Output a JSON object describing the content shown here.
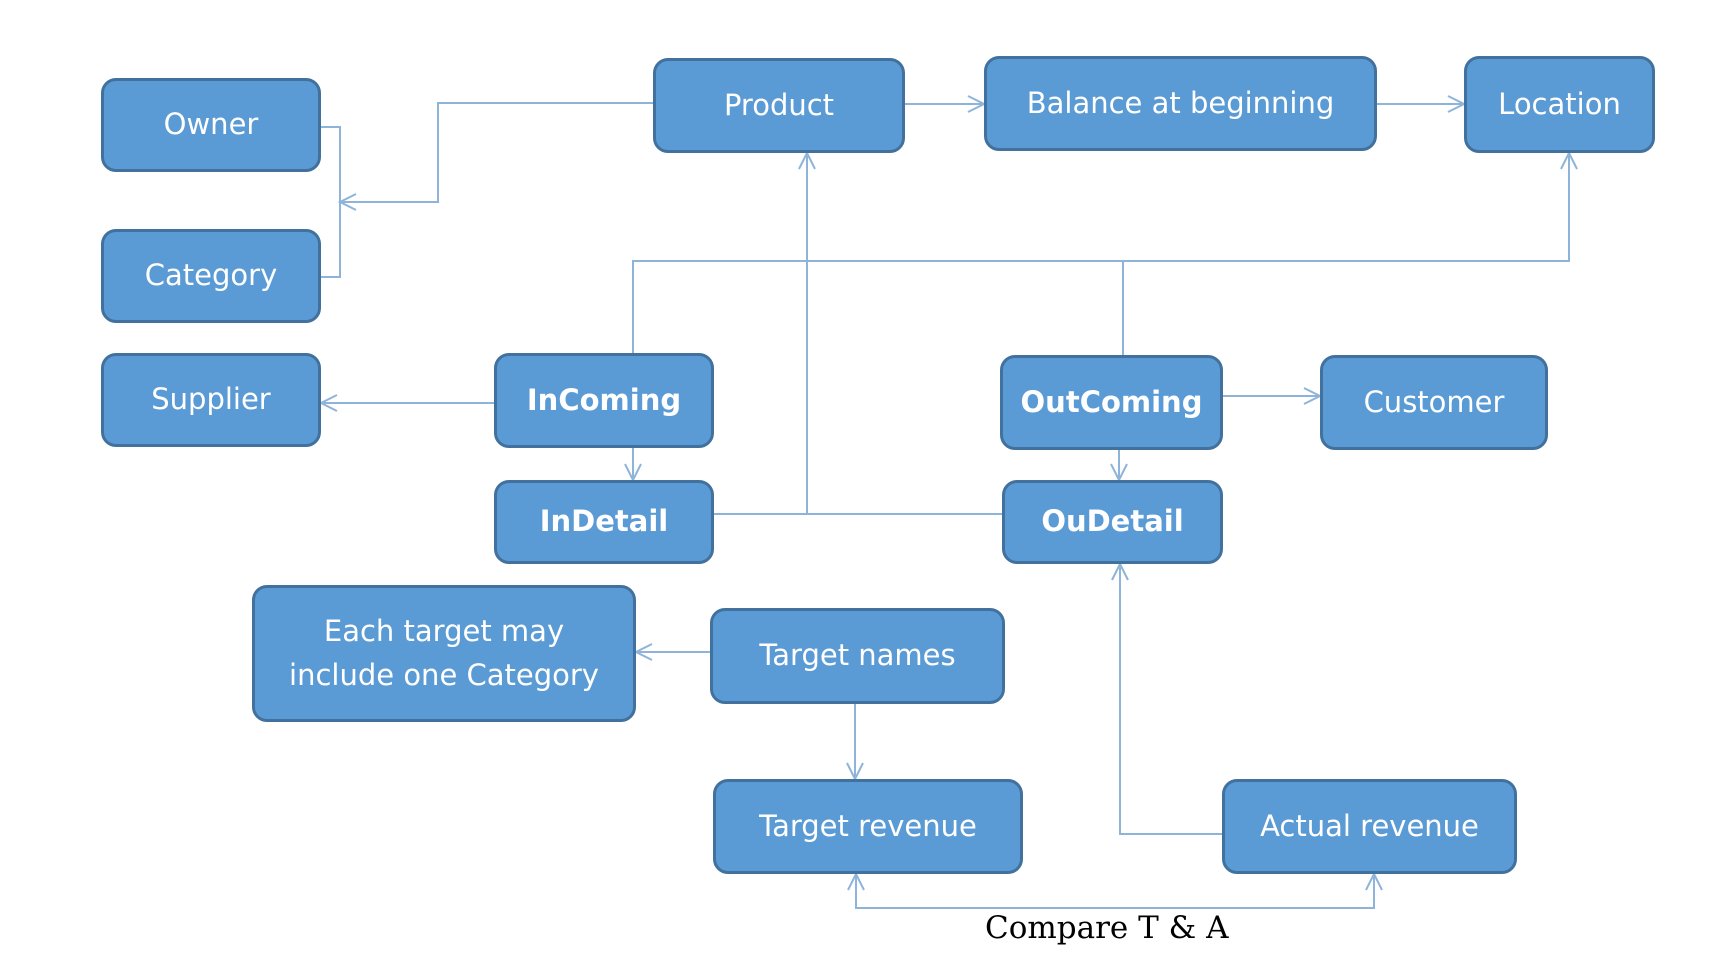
{
  "nodes": {
    "owner": "Owner",
    "category": "Category",
    "supplier": "Supplier",
    "product": "Product",
    "balance": "Balance at beginning",
    "location": "Location",
    "incoming": "InComing",
    "outcoming": "OutComing",
    "customer": "Customer",
    "indetail": "InDetail",
    "oudetail": "OuDetail",
    "note_line1": "Each target may",
    "note_line2": "include one Category",
    "target_names": "Target names",
    "target_revenue": "Target revenue",
    "actual_revenue": "Actual revenue"
  },
  "caption": "Compare T & A",
  "colors": {
    "box_fill": "#5b9bd5",
    "box_border": "#41719c",
    "connector": "#8eb4d9",
    "text": "#ffffff"
  }
}
